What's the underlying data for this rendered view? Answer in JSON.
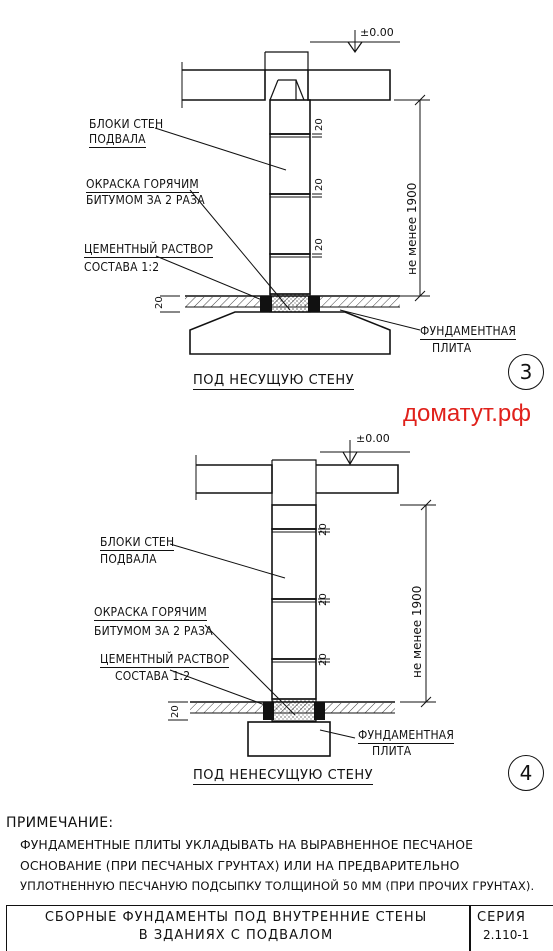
{
  "detail_top": {
    "level": "±0.00",
    "label_blocks": [
      "БЛОКИ СТЕН",
      "ПОДВАЛА"
    ],
    "label_paint": [
      "ОКРАСКА ГОРЯЧИМ",
      "БИТУМОМ ЗА 2 РАЗА"
    ],
    "label_mortar": [
      "ЦЕМЕНТНЫЙ РАСТВОР",
      "СОСТАВА 1:2"
    ],
    "label_slab": [
      "ФУНДАМЕНТНАЯ",
      "ПЛИТА"
    ],
    "joint": "20",
    "height_dim": "не менее 1900",
    "title": "ПОД НЕСУЩУЮ СТЕНУ",
    "badge": "3"
  },
  "watermark": "доматут.рф",
  "detail_bottom": {
    "level": "±0.00",
    "label_blocks": [
      "БЛОКИ СТЕН",
      "ПОДВАЛА"
    ],
    "label_paint": [
      "ОКРАСКА ГОРЯЧИМ",
      "БИТУМОМ ЗА 2 РАЗА"
    ],
    "label_mortar": [
      "ЦЕМЕНТНЫЙ РАСТВОР",
      "СОСТАВА 1:2"
    ],
    "label_slab": [
      "ФУНДАМЕНТНАЯ",
      "ПЛИТА"
    ],
    "joint": "20",
    "height_dim": "не менее 1900",
    "title": "ПОД НЕНЕСУЩУЮ СТЕНУ",
    "badge": "4"
  },
  "note": {
    "heading": "ПРИМЕЧАНИЕ:",
    "lines": [
      "ФУНДАМЕНТНЫЕ ПЛИТЫ УКЛАДЫВАТЬ НА ВЫРАВНЕННОЕ ПЕСЧАНОЕ",
      "ОСНОВАНИЕ (ПРИ ПЕСЧАНЫХ ГРУНТАХ) ИЛИ НА ПРЕДВАРИТЕЛЬНО",
      "УПЛОТНЕННУЮ ПЕСЧАНУЮ ПОДСЫПКУ ТОЛЩИНОЙ 50 ММ (ПРИ ПРОЧИХ ГРУНТАХ)."
    ]
  },
  "stamp": {
    "caption": [
      "СБОРНЫЕ ФУНДАМЕНТЫ ПОД ВНУТРЕННИЕ СТЕНЫ",
      "В ЗДАНИЯХ С ПОДВАЛОМ"
    ],
    "series_label": "СЕРИЯ",
    "series_number": "2.110-1"
  }
}
